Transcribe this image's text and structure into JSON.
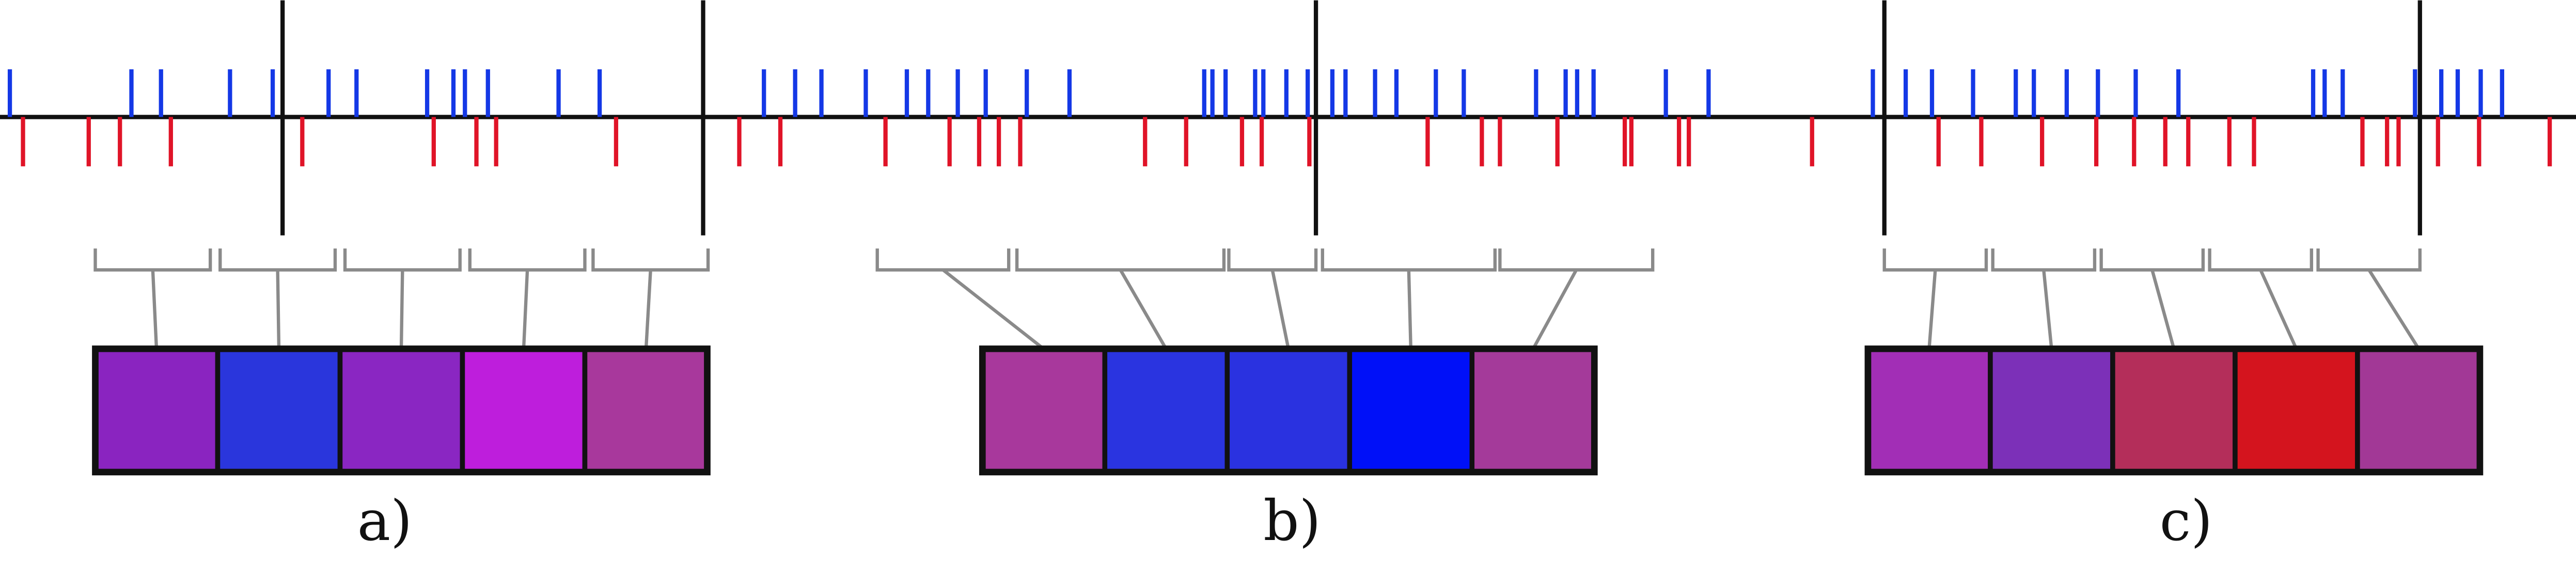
{
  "colors": {
    "blue_event": "#1438e6",
    "red_event": "#e01428",
    "axis": "#111111",
    "bracket": "#8a8a8a",
    "box_border": "#111111"
  },
  "time_axis": {
    "min": 0,
    "max": 1568
  },
  "events": {
    "blue": [
      6,
      80,
      98,
      140,
      166,
      200,
      217,
      260,
      276,
      283,
      297,
      340,
      365,
      465,
      484,
      500,
      527,
      552,
      565,
      583,
      600,
      625,
      651,
      733,
      738,
      746,
      764,
      769,
      783,
      796,
      811,
      819,
      837,
      850,
      874,
      891,
      935,
      953,
      960,
      970,
      1014,
      1040,
      1140,
      1160,
      1176,
      1201,
      1227,
      1238,
      1258,
      1277,
      1300,
      1326,
      1408,
      1415,
      1426,
      1470,
      1486,
      1496,
      1510,
      1523
    ],
    "red": [
      14,
      54,
      73,
      104,
      184,
      264,
      290,
      302,
      375,
      450,
      475,
      539,
      578,
      596,
      608,
      621,
      697,
      722,
      756,
      768,
      797,
      869,
      902,
      913,
      948,
      989,
      993,
      1022,
      1028,
      1103,
      1180,
      1206,
      1243,
      1276,
      1299,
      1318,
      1332,
      1357,
      1372,
      1438,
      1453,
      1460,
      1484,
      1509,
      1552
    ]
  },
  "panels": [
    {
      "label": "a)",
      "window_bounds": [
        172,
        428
      ],
      "brackets": [
        [
          58,
          128
        ],
        [
          134,
          204
        ],
        [
          210,
          280
        ],
        [
          286,
          356
        ],
        [
          361,
          431
        ]
      ],
      "cells": [
        {
          "color": "#8a24c0"
        },
        {
          "color": "#2a36dc"
        },
        {
          "color": "#8a26c2"
        },
        {
          "color": "#be1edc"
        },
        {
          "color": "#a8389c"
        }
      ]
    },
    {
      "label": "b)",
      "window_bounds": [
        801
      ],
      "brackets": [
        [
          534,
          614
        ],
        [
          619,
          745
        ],
        [
          748,
          801
        ],
        [
          805,
          910
        ],
        [
          913,
          1006
        ]
      ],
      "cells": [
        {
          "color": "#a8389c"
        },
        {
          "color": "#2a34e0"
        },
        {
          "color": "#2a32e0"
        },
        {
          "color": "#0010f8"
        },
        {
          "color": "#a43a9a"
        }
      ]
    },
    {
      "label": "c)",
      "window_bounds": [
        1147,
        1473
      ],
      "brackets": [
        [
          1147,
          1209
        ],
        [
          1213,
          1275
        ],
        [
          1279,
          1341
        ],
        [
          1345,
          1407
        ],
        [
          1411,
          1473
        ]
      ],
      "cells": [
        {
          "color": "#a22eb6"
        },
        {
          "color": "#7c30b8"
        },
        {
          "color": "#b42e5a"
        },
        {
          "color": "#d4141e"
        },
        {
          "color": "#a23896"
        }
      ]
    }
  ]
}
